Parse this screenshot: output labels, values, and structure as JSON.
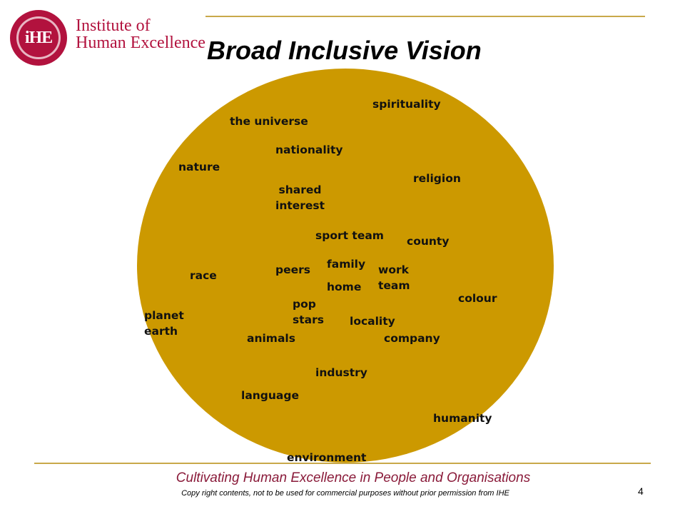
{
  "logo": {
    "badge_text": "iHE",
    "line1": "Institute of",
    "line2": "Human Excellence"
  },
  "title": "Broad Inclusive Vision",
  "words": {
    "spirituality": "spirituality",
    "the_universe": "the universe",
    "nationality": "nationality",
    "nature": "nature",
    "religion": "religion",
    "shared_interest": "shared\ninterest",
    "sport_team": "sport team",
    "county": "county",
    "race": "race",
    "peers": "peers",
    "family": "family",
    "home": "home",
    "work_team": "work\nteam",
    "colour": "colour",
    "planet_earth": "planet\n earth",
    "pop_stars": "pop\nstars",
    "locality": "locality",
    "animals": "animals",
    "company": "company",
    "industry": "industry",
    "language": "language",
    "humanity": "humanity",
    "environment": "environment"
  },
  "footer": {
    "tagline": "Cultivating Human Excellence in People and Organisations",
    "copyright": "Copy right contents, not to be used for commercial purposes without prior permission from IHE",
    "page_number": "4"
  },
  "colors": {
    "circle": "#cc9900",
    "brand": "#b2123e",
    "rule": "#c8a84a"
  }
}
